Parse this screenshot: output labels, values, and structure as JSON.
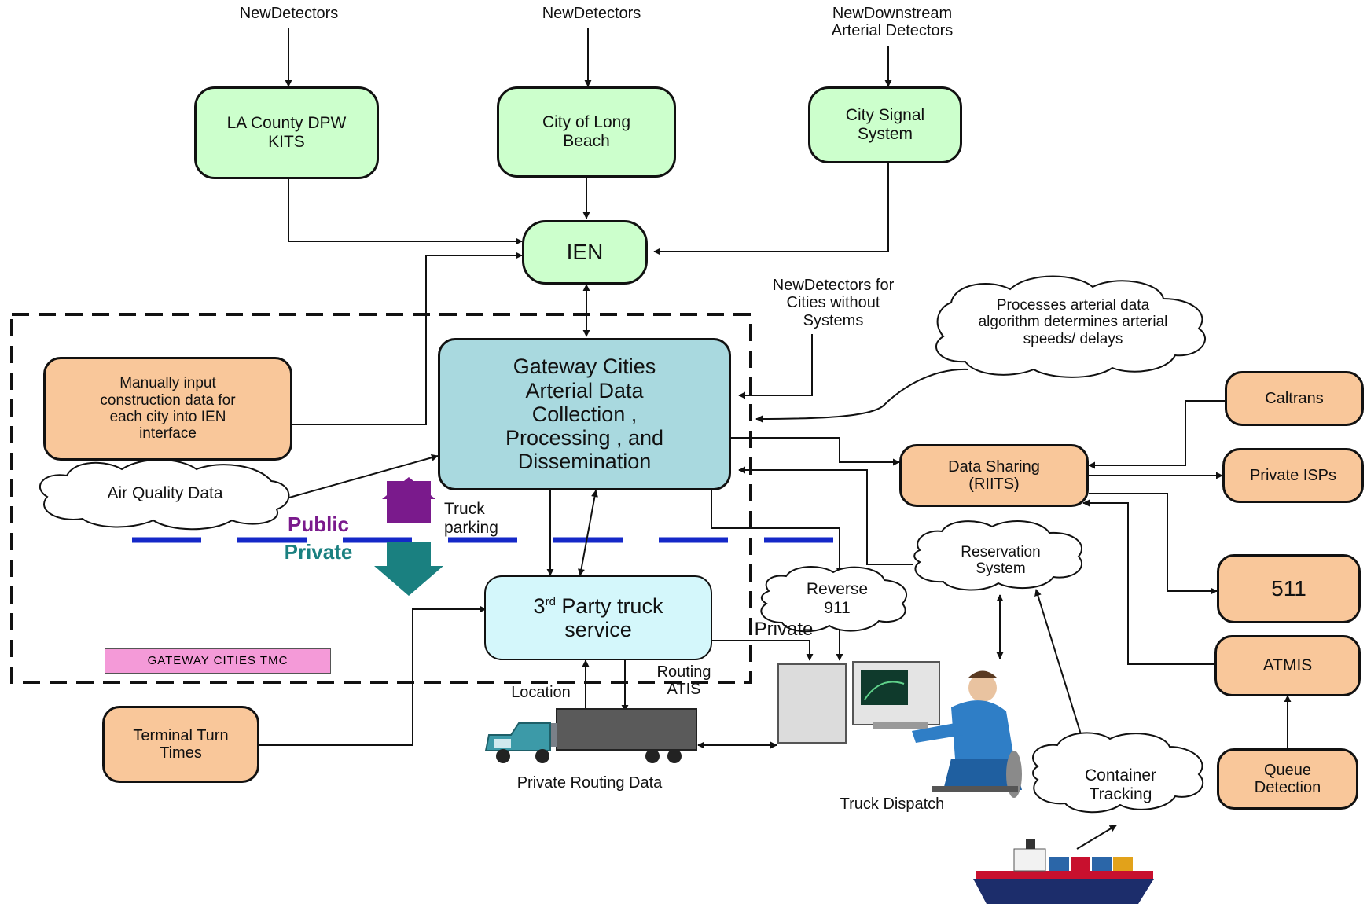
{
  "inputs": {
    "new_detectors_1": "NewDetectors",
    "new_detectors_2": "NewDetectors",
    "new_downstream": "NewDownstream\nArterial Detectors",
    "new_detectors_cities": "NewDetectors for\nCities without\nSystems"
  },
  "nodes": {
    "la_county": "LA County DPW\nKITS",
    "long_beach": "City of Long\nBeach",
    "city_signal": "City Signal\nSystem",
    "ien": "IEN",
    "gateway": "Gateway Cities\nArterial Data\nCollection ,\nProcessing , and\nDissemination",
    "manual_input": "Manually input\nconstruction data for\neach city into IEN\ninterface",
    "third_party_main": "3",
    "third_party_sup": "rd",
    "third_party_rest": " Party truck",
    "third_party_line2": "service",
    "terminal_turn": "Terminal Turn\nTimes",
    "data_sharing": "Data Sharing\n(RIITS)",
    "caltrans": "Caltrans",
    "private_isps": "Private ISPs",
    "n511": "511",
    "atmis": "ATMIS",
    "queue_detection": "Queue\nDetection"
  },
  "clouds": {
    "air_quality": "Air Quality Data",
    "processes": "Processes arterial data\nalgorithm determines arterial\nspeeds/ delays",
    "reservation": "Reservation\nSystem",
    "reverse_911": "Reverse\n911",
    "container_tracking": "Container\nTracking"
  },
  "labels": {
    "public": "Public",
    "private_divider": "Private",
    "truck_parking": "Truck\nparking",
    "private_flow": "Private",
    "routing_atis": "Routing\nATIS",
    "location": "Location",
    "private_routing_data": "Private Routing Data",
    "truck_dispatch": "Truck Dispatch",
    "tmc": "GATEWAY CITIES TMC"
  },
  "colors": {
    "green_box": "#ccffcc",
    "orange_box": "#f9c79a",
    "central_box": "#a9d9df",
    "cyan_box": "#d4f7fb",
    "public_text": "#7a1a8c",
    "private_text": "#1a8080",
    "divider": "#1428c8",
    "tmc_label": "#f49ad8"
  },
  "icons": [
    "truck-icon",
    "dispatcher-workstation-icon",
    "container-ship-icon"
  ]
}
